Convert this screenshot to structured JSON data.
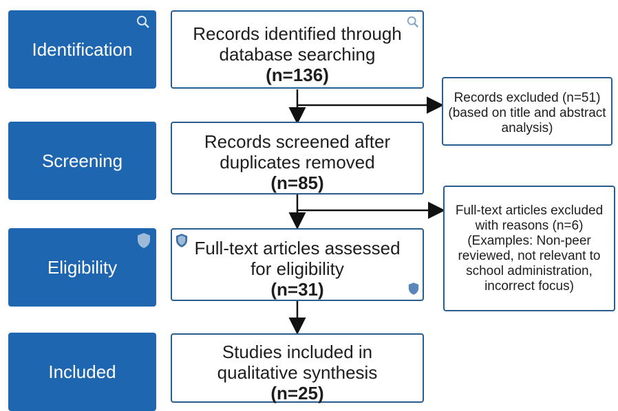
{
  "phases": [
    "Identification",
    "Screening",
    "Eligibility",
    "Included"
  ],
  "boxes": [
    {
      "text": "Records identified through\ndatabase searching",
      "n": "(n=136)"
    },
    {
      "text": "Records screened after\nduplicates removed",
      "n": "(n=85)"
    },
    {
      "text": "Full-text articles assessed\nfor eligibility",
      "n": "(n=31)"
    },
    {
      "text": "Studies included in\nqualitative synthesis",
      "n": "(n=25)"
    }
  ],
  "excluded": [
    {
      "line1": "Records excluded (n=51)",
      "line2": "(based on title and abstract\nanalysis)"
    },
    {
      "line1": "Full-text articles excluded\nwith reasons (n=6)",
      "line2": "(Examples: Non-peer\nreviewed, not relevant to\nschool administration,\nincorrect focus)"
    }
  ],
  "icons": {
    "search": "magnifier-icon",
    "shield": "shield-icon"
  },
  "colors": {
    "phase": "#1f66b1",
    "border": "#2a5d8f",
    "icon": "#5b87b8"
  }
}
